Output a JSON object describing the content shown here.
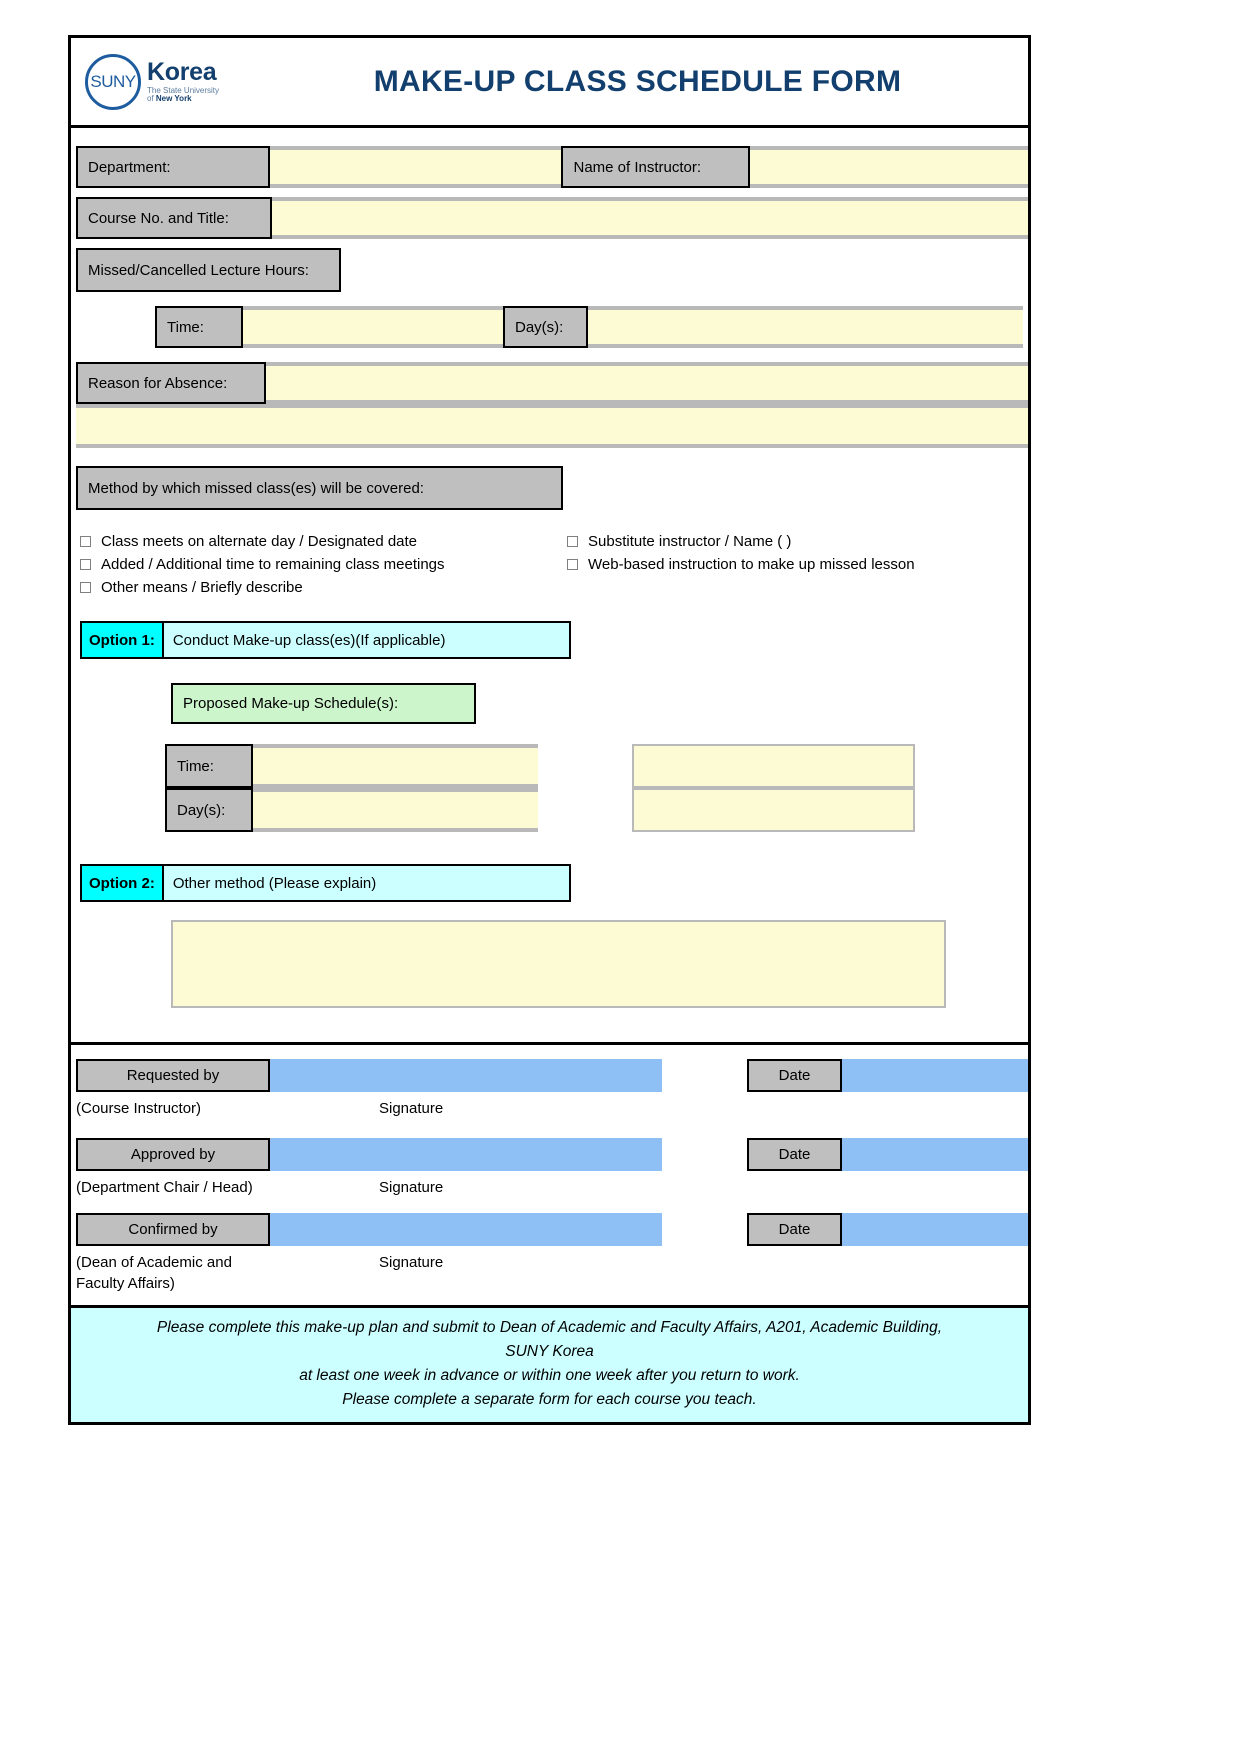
{
  "header": {
    "logo": {
      "circle_text": "SUNY",
      "brand": "Korea",
      "sub_line1": "The State University",
      "sub_line2_prefix": "of ",
      "sub_line2_bold": "New York"
    },
    "title": "MAKE-UP CLASS SCHEDULE FORM",
    "title_color": "#123f6d"
  },
  "fields": {
    "department_label": "Department:",
    "instructor_label": "Name of Instructor:",
    "course_label": "Course No. and Title:",
    "missed_hours_label": "Missed/Cancelled Lecture Hours:",
    "time_label": "Time:",
    "days_label": "Day(s):",
    "reason_label": "Reason for Absence:",
    "department_value": "",
    "instructor_value": "",
    "course_value": "",
    "time_value": "",
    "days_value": "",
    "reason_value": "",
    "reason_value_line2": ""
  },
  "method": {
    "heading": "Method by which missed class(es) will be covered:",
    "options_left": [
      "Class meets on alternate day / Designated date",
      "Added / Additional time to remaining class meetings",
      "Other means / Briefly describe"
    ],
    "options_right": [
      "Substitute instructor / Name (                              )",
      "Web-based instruction to make up missed lesson"
    ]
  },
  "option1": {
    "tag": "Option 1:",
    "text": "Conduct Make-up class(es)(If applicable)",
    "schedule_label": "Proposed Make-up Schedule(s):",
    "time_label": "Time:",
    "days_label": "Day(s):",
    "time_value": "",
    "days_value": "",
    "time_value_alt": "",
    "days_value_alt": ""
  },
  "option2": {
    "tag": "Option 2:",
    "text": "Other method (Please explain)",
    "explain_value": ""
  },
  "signatures": [
    {
      "label": "Requested by",
      "role": "(Course Instructor)",
      "signature_word": "Signature",
      "date_label": "Date",
      "signature_value": "",
      "date_value": ""
    },
    {
      "label": "Approved by",
      "role": "(Department Chair / Head)",
      "signature_word": "Signature",
      "date_label": "Date",
      "signature_value": "",
      "date_value": ""
    },
    {
      "label": "Confirmed by",
      "role": "(Dean of Academic and Faculty Affairs)",
      "signature_word": "Signature",
      "date_label": "Date",
      "signature_value": "",
      "date_value": ""
    }
  ],
  "footer": {
    "line1": "Please complete this make-up plan and submit to Dean of Academic and Faculty Affairs, A201, Academic Building,",
    "line2": "SUNY Korea",
    "line3": "at least one week in advance or within one week after you return to work.",
    "line4": "Please complete a separate form for each course you teach."
  },
  "colors": {
    "label_gray": "#bfbfbf",
    "field_yellow": "#fdfbd4",
    "cyan_tag": "#00ffff",
    "cyan_body": "#ccffff",
    "green": "#ccf5cc",
    "signature_blue": "#8fc0f5",
    "brand_navy": "#123f6d"
  }
}
